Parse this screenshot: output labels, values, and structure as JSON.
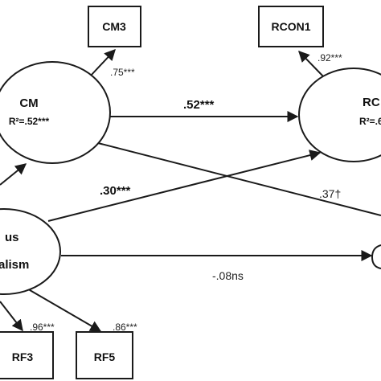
{
  "nodes": {
    "cm3": "CM3",
    "rcon1": "RCON1",
    "cm": "CM",
    "cm_r2": "R²=.52***",
    "rc": "RC",
    "rc_r2": "R²=.6",
    "left_line1": "us",
    "left_line2": "alism",
    "rf3": "RF3",
    "rf5": "RF5"
  },
  "paths": {
    "cm_cm3": ".75***",
    "rc_rcon1": ".92***",
    "cm_rc": ".52***",
    "left_rc": ".30***",
    "cm_right": ".37†",
    "left_right": "-.08ns",
    "left_rf3": ".96***",
    "left_rf5": ".86***"
  },
  "colors": {
    "ink": "#1a1a1a",
    "background": "#ffffff"
  }
}
